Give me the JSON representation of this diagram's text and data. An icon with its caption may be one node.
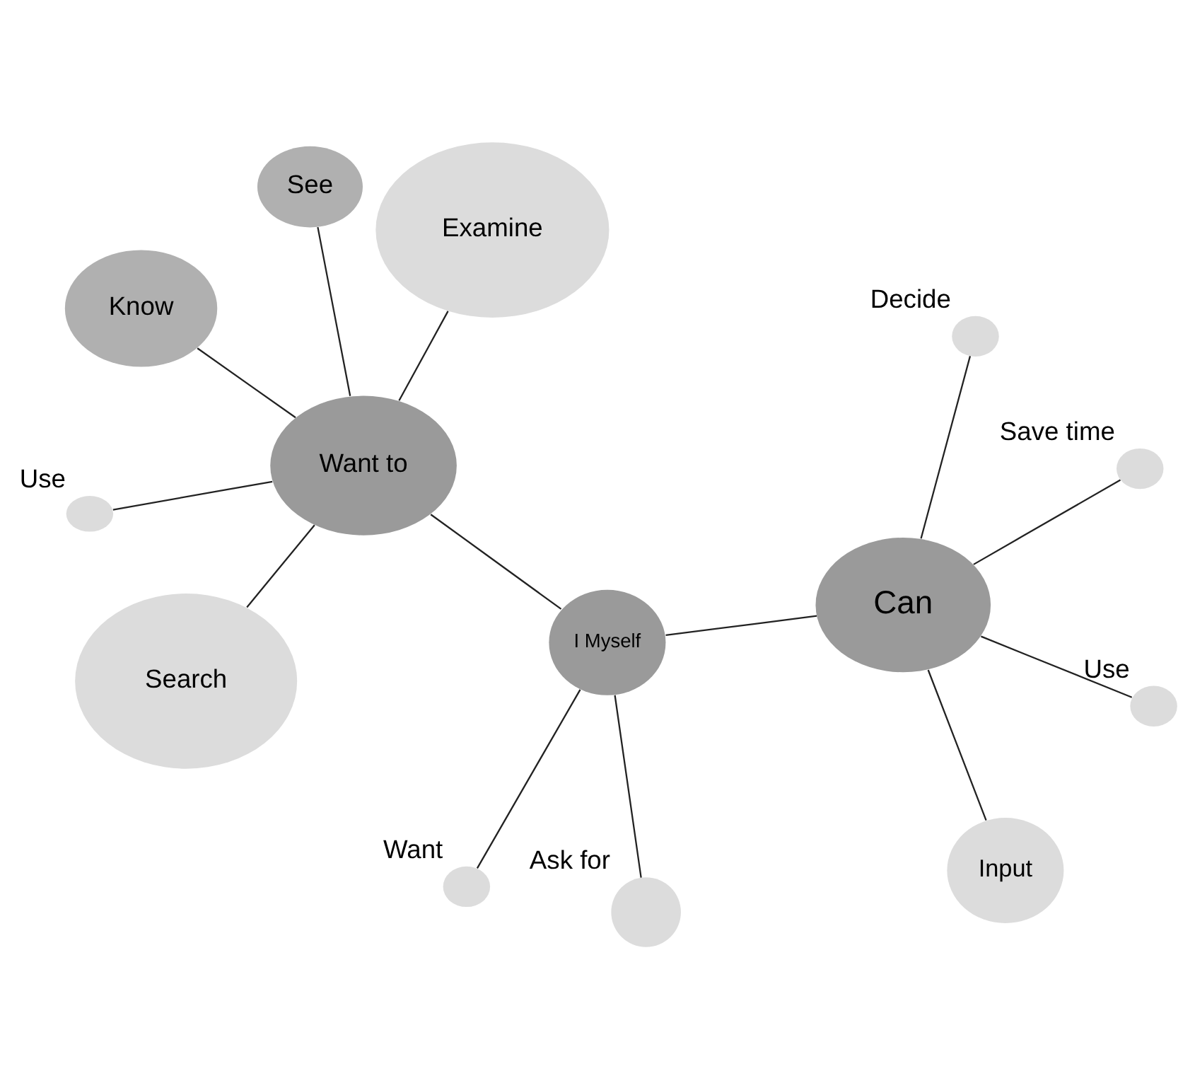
{
  "diagram": {
    "nodes": [
      {
        "text": [
          "Want to"
        ]
      },
      {
        "text": [
          "Examine"
        ]
      },
      {
        "text": [
          "Search"
        ]
      },
      {
        "text": [
          "Know"
        ]
      },
      {
        "text": [
          "See"
        ]
      },
      {
        "text": [],
        "shape": "circle",
        "beside": [
          "Use"
        ]
      },
      {
        "text": [
          "I Myself"
        ]
      },
      {
        "text": [],
        "shape": "circle",
        "beside": [
          "Ask for"
        ]
      },
      {
        "text": [],
        "shape": "circle",
        "beside": [
          "Want"
        ]
      },
      {
        "text": [
          "Can"
        ]
      },
      {
        "text": [
          "Input"
        ]
      },
      {
        "text": [],
        "shape": "circle",
        "beside": [
          "Decide"
        ]
      },
      {
        "text": [],
        "shape": "circle",
        "beside": [
          "Use"
        ]
      },
      {
        "text": [],
        "shape": "circle",
        "beside": [
          "Save time"
        ]
      }
    ],
    "edges": [
      {
        "from": 0,
        "to": 1,
        "arrow": "none"
      },
      {
        "from": 0,
        "to": 2,
        "arrow": "none"
      },
      {
        "from": 0,
        "to": 3,
        "arrow": "none"
      },
      {
        "from": 0,
        "to": 4,
        "arrow": "none"
      },
      {
        "from": 0,
        "to": 5,
        "arrow": "none"
      },
      {
        "from": 0,
        "to": 6,
        "arrow": "none"
      },
      {
        "from": 6,
        "to": 7,
        "arrow": "none"
      },
      {
        "from": 6,
        "to": 8,
        "arrow": "none"
      },
      {
        "from": 6,
        "to": 9,
        "arrow": "none"
      },
      {
        "from": 9,
        "to": 10,
        "arrow": "none"
      },
      {
        "from": 9,
        "to": 11,
        "arrow": "none"
      },
      {
        "from": 9,
        "to": 12,
        "arrow": "none"
      },
      {
        "from": 9,
        "to": 13,
        "arrow": "none"
      }
    ]
  }
}
